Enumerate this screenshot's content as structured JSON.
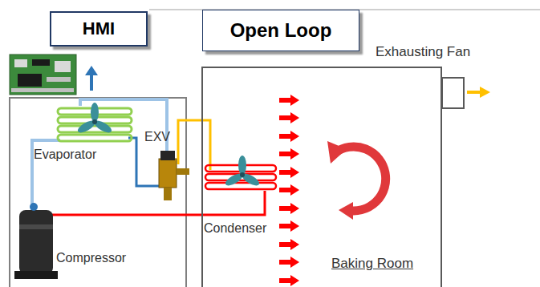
{
  "diagram": {
    "nodes": [
      {
        "text": [
          "HMI"
        ]
      },
      {
        "text": [
          "Open Loop"
        ]
      },
      {
        "text": [
          "Baking Room"
        ]
      }
    ],
    "labels": [
      "Exhausting Fan",
      "Evaporator",
      "EXV",
      "Condenser",
      "Compressor"
    ]
  }
}
